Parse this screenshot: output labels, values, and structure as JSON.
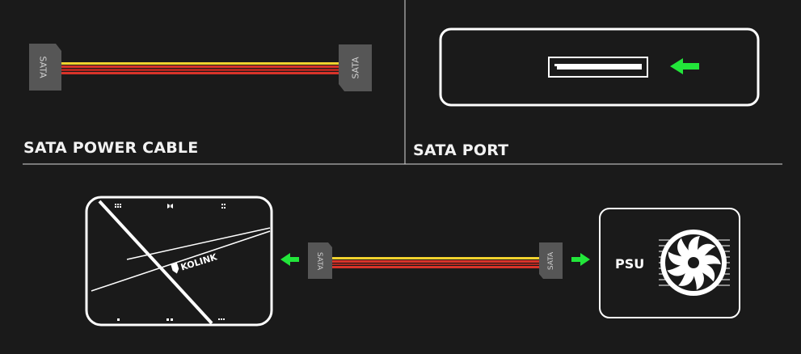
{
  "panels": {
    "cable": {
      "title": "SATA POWER CABLE",
      "left_connector": "SATA",
      "right_connector": "SATA"
    },
    "port": {
      "title": "SATA PORT"
    },
    "bottom": {
      "controller_brand": "KOLINK",
      "left_connector": "SATA",
      "right_connector": "SATA",
      "psu_label": "PSU"
    }
  },
  "colors": {
    "background": "#1a1a1a",
    "outline": "#ffffff",
    "connector": "#565656",
    "arrow": "#22e63a",
    "wire_yellow": "#f2d22e",
    "wire_red": "#d8342a",
    "wire_dark_red": "#9e1f1a"
  }
}
